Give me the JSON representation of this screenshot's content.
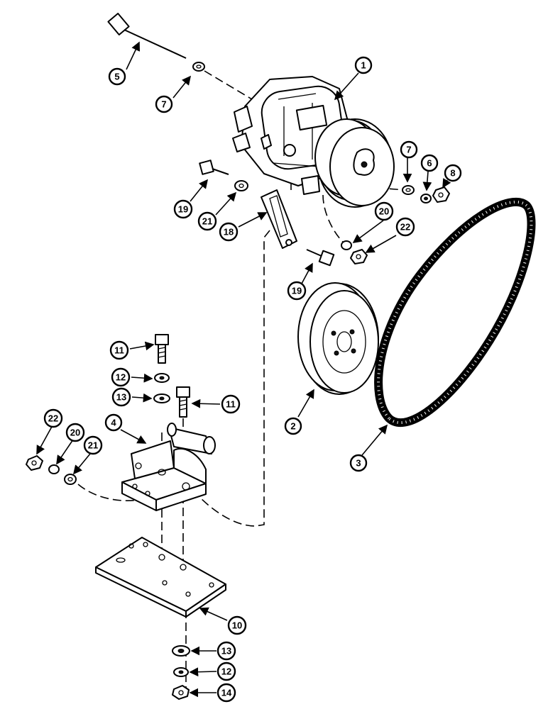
{
  "callouts": {
    "c1": "1",
    "c2": "2",
    "c3": "3",
    "c4": "4",
    "c5": "5",
    "c6": "6",
    "c7a": "7",
    "c7b": "7",
    "c8": "8",
    "c10": "10",
    "c11a": "11",
    "c11b": "11",
    "c12a": "12",
    "c12b": "12",
    "c13a": "13",
    "c13b": "13",
    "c14": "14",
    "c18": "18",
    "c19a": "19",
    "c19b": "19",
    "c20a": "20",
    "c20b": "20",
    "c21a": "21",
    "c21b": "21",
    "c22a": "22",
    "c22b": "22"
  }
}
